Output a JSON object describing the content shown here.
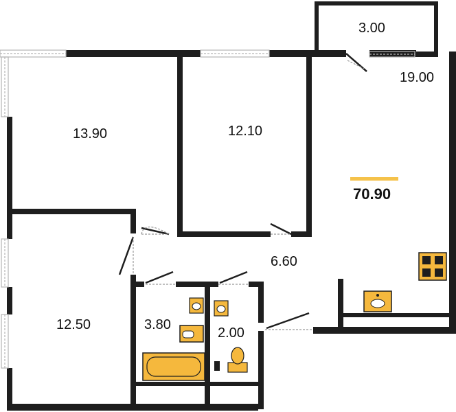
{
  "colors": {
    "wall": "#1e1e1e",
    "fixture": "#f5b83d",
    "accent": "#f5c24a",
    "window_line": "#b5b5b5",
    "background": "#ffffff"
  },
  "plan": {
    "total_area": "70.90",
    "rooms": {
      "balcony": "3.00",
      "living": "19.00",
      "bedroom_left": "13.90",
      "bedroom_middle": "12.10",
      "bedroom_lower": "12.50",
      "hall": "6.60",
      "bathroom": "3.80",
      "toilet": "2.00"
    }
  },
  "icons": [
    "window-icon",
    "door-icon",
    "stove-icon",
    "kitchen-sink-icon",
    "bathtub-icon",
    "washbasin-icon",
    "washing-machine-icon",
    "toilet-icon"
  ]
}
